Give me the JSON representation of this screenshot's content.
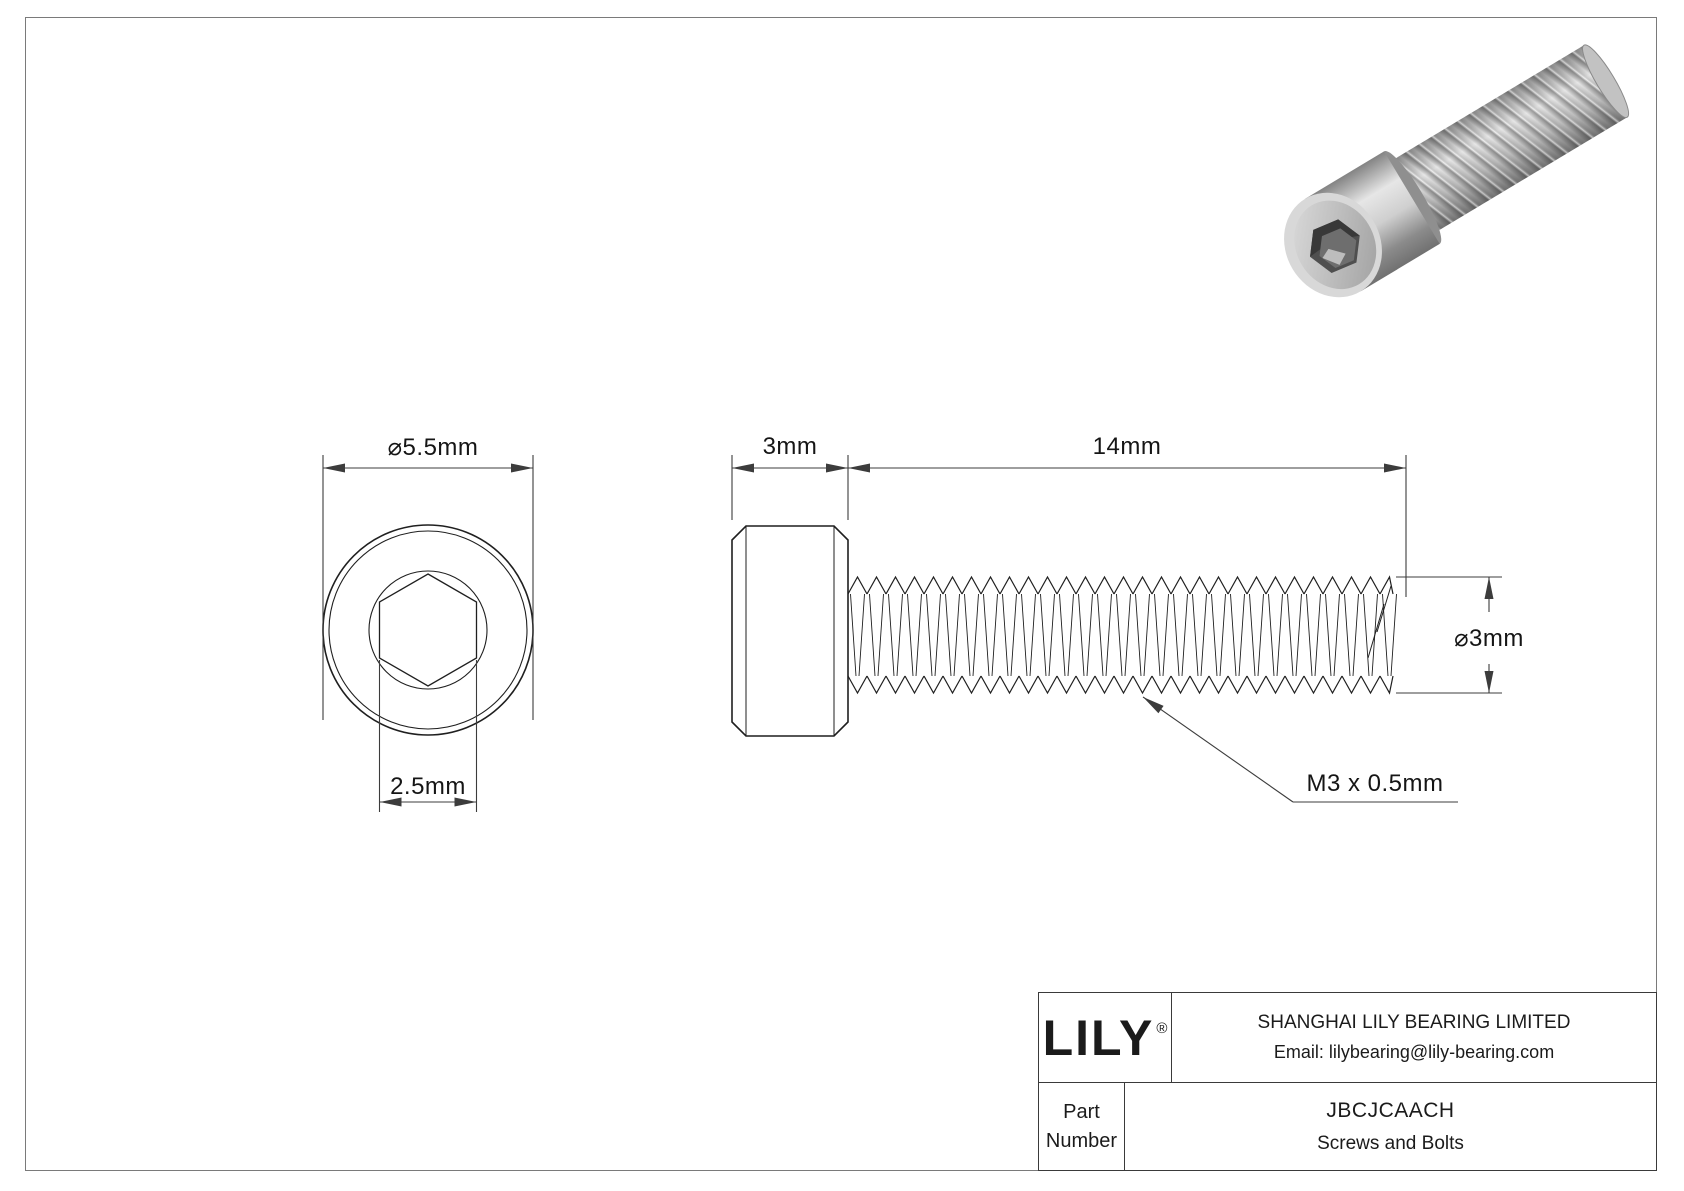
{
  "front_view": {
    "outer_diameter_label": "⌀5.5mm",
    "socket_width_label": "2.5mm"
  },
  "side_view": {
    "head_length_label": "3mm",
    "thread_length_label": "14mm",
    "shaft_diameter_label": "⌀3mm",
    "thread_spec_label": "M3 x 0.5mm"
  },
  "title_block": {
    "logo": "LILY",
    "registered_mark": "®",
    "company_name": "SHANGHAI LILY BEARING LIMITED",
    "email": "Email: lilybearing@lily-bearing.com",
    "part_label_line1": "Part",
    "part_label_line2": "Number",
    "part_number": "JBCJCAACH",
    "part_category": "Screws and Bolts"
  },
  "colors": {
    "object_line": "#1f1f1f",
    "dimension_line": "#3c3c3c",
    "border": "#7a7a7a",
    "metal_light": "#e6e6e6",
    "metal_mid": "#b5b5b5",
    "metal_dark": "#6e6e6e",
    "socket_dark": "#4f4f4f"
  }
}
